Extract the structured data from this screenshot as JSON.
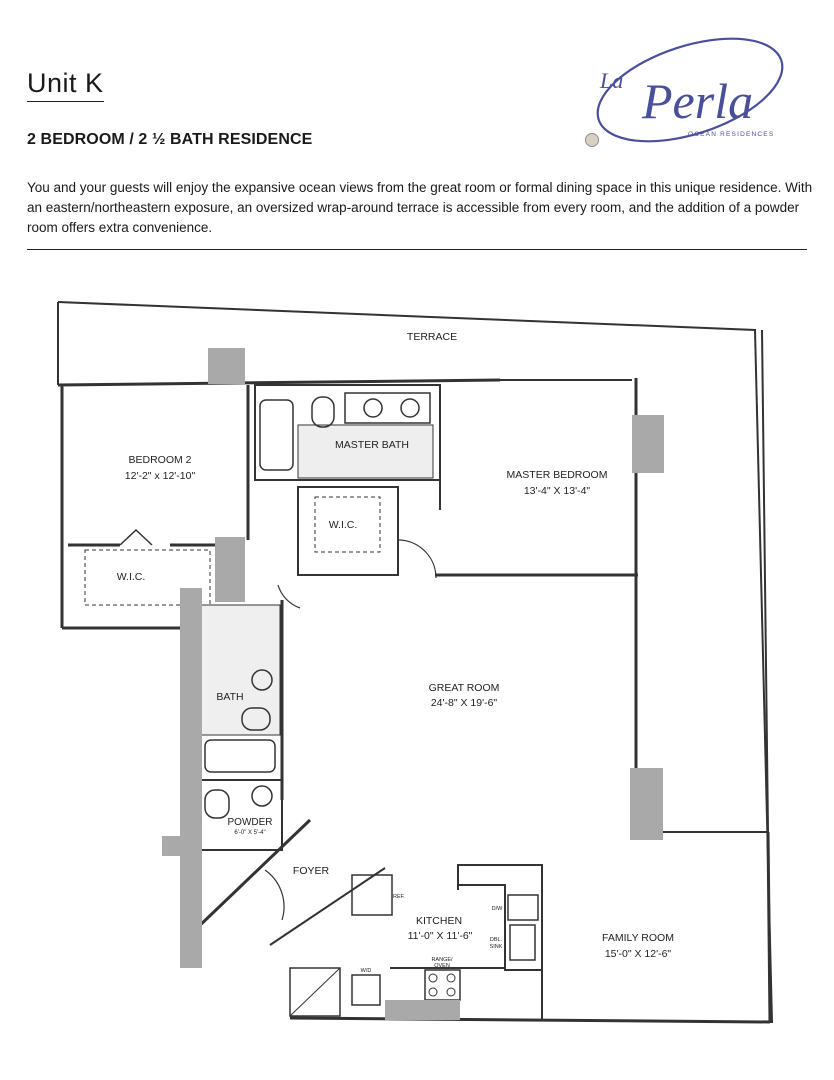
{
  "header": {
    "unit_title": "Unit K",
    "subtitle": "2 BEDROOM / 2 ½ BATH RESIDENCE",
    "description": "You and your guests will enjoy the expansive ocean views from the great room or formal dining space in this unique residence. With an eastern/northeastern exposure, an oversized wrap-around terrace is accessible from every room, and the addition of a powder room offers extra convenience."
  },
  "logo": {
    "script_small": "La",
    "script_large": "Perla",
    "tagline": "OCEAN RESIDENCES",
    "color": "#4a4f9a"
  },
  "floorplan": {
    "terrace": "TERRACE",
    "bedroom2": {
      "name": "BEDROOM 2",
      "dims": "12'-2\" x 12'-10\""
    },
    "master_bath": "MASTER BATH",
    "master_bedroom": {
      "name": "MASTER BEDROOM",
      "dims": "13'-4\" X 13'-4\""
    },
    "wic_master": "W.I.C.",
    "wic_bedroom2": "W.I.C.",
    "great_room": {
      "name": "GREAT ROOM",
      "dims": "24'-8\" X 19'-6\""
    },
    "bath": "BATH",
    "powder": {
      "name": "POWDER",
      "dims": "6'-0\" X 5'-4\""
    },
    "foyer": "FOYER",
    "kitchen": {
      "name": "KITCHEN",
      "dims": "11'-0\" X 11'-6\""
    },
    "family_room": {
      "name": "FAMILY ROOM",
      "dims": "15'-0\" X 12'-6\""
    },
    "ref": "REF.",
    "dw": "D/W",
    "dbl_sink": "DBL.",
    "dbl_sink2": "SINK",
    "range": "RANGE/",
    "range2": "OVEN",
    "wd": "W/D",
    "wall_color": "#333333",
    "column_color": "#a9a9a9"
  }
}
